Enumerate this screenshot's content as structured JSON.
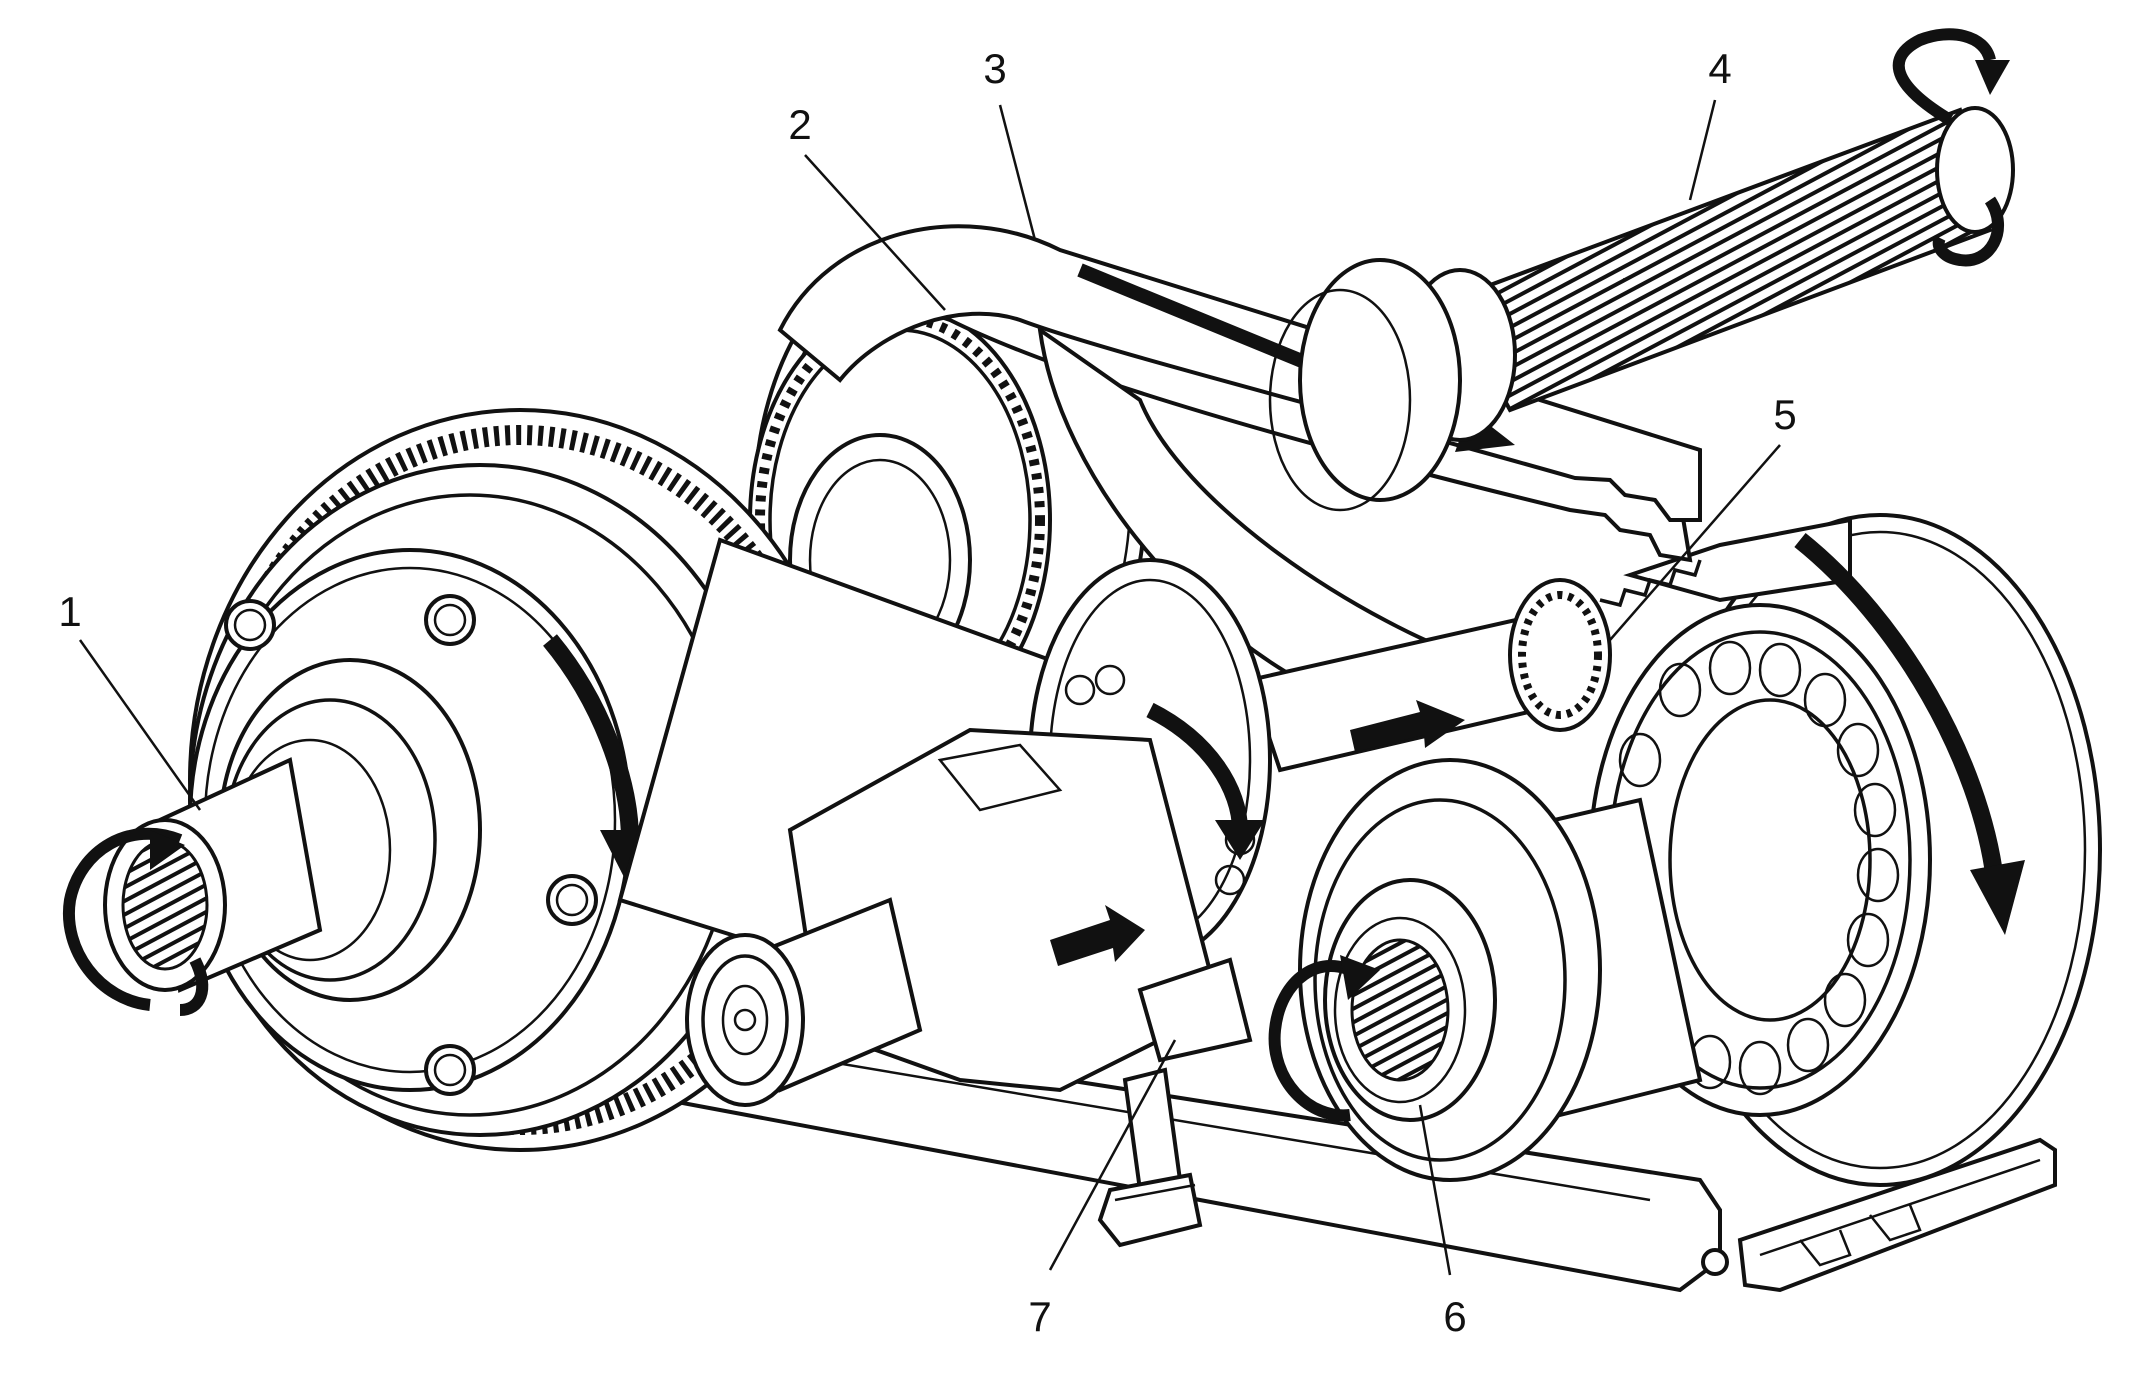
{
  "diagram": {
    "callouts": [
      {
        "id": "1",
        "label": "1"
      },
      {
        "id": "2",
        "label": "2"
      },
      {
        "id": "3",
        "label": "3"
      },
      {
        "id": "4",
        "label": "4"
      },
      {
        "id": "5",
        "label": "5"
      },
      {
        "id": "6",
        "label": "6"
      },
      {
        "id": "7",
        "label": "7"
      }
    ],
    "colors": {
      "line": "#111111",
      "background": "#ffffff"
    }
  }
}
